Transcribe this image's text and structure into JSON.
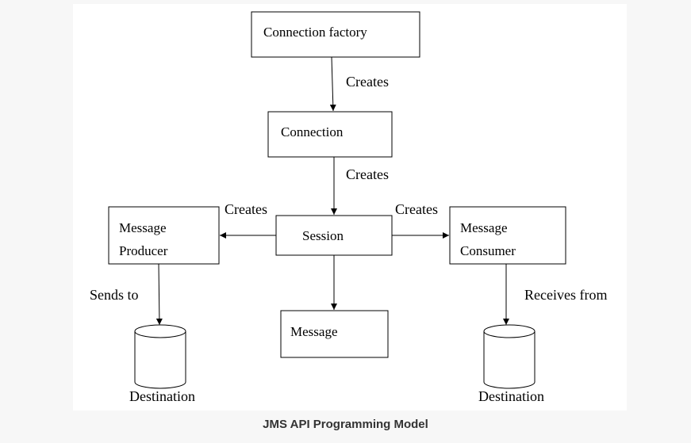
{
  "nodes": {
    "connection_factory": "Connection factory",
    "connection": "Connection",
    "session": "Session",
    "message_producer": [
      "Message",
      "Producer"
    ],
    "message_consumer": [
      "Message",
      "Consumer"
    ],
    "message": "Message",
    "destination_left": "Destination",
    "destination_right": "Destination"
  },
  "edges": {
    "factory_to_connection": "Creates",
    "connection_to_session": "Creates",
    "session_to_producer": "Creates",
    "session_to_consumer": "Creates",
    "producer_to_destination": "Sends to",
    "consumer_to_destination": "Receives from"
  },
  "caption": "JMS API Programming Model",
  "colors": {
    "stroke": "#000000",
    "canvas": "#ffffff",
    "page": "#f7f7f7",
    "caption": "#333333"
  }
}
